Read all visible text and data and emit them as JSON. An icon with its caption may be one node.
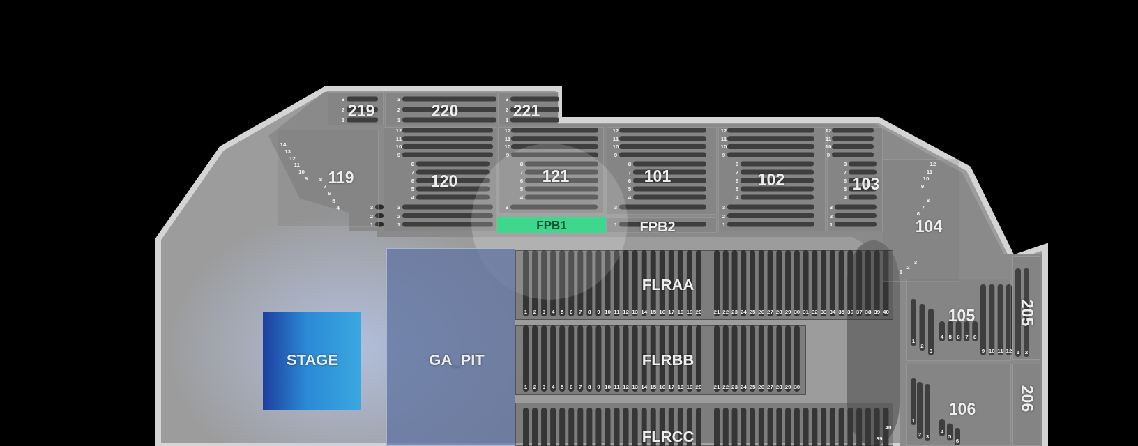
{
  "diagram": {
    "nodes": [
      {
        "text": [
          "219"
        ]
      },
      {
        "text": [
          "220"
        ]
      },
      {
        "text": [
          "221"
        ]
      },
      {
        "text": [
          "119"
        ]
      },
      {
        "text": [
          "120"
        ]
      },
      {
        "text": [
          "121"
        ]
      },
      {
        "text": [
          "101"
        ]
      },
      {
        "text": [
          "102"
        ]
      },
      {
        "text": [
          "103"
        ]
      },
      {
        "text": [
          "FPB1"
        ]
      },
      {
        "text": [
          "FPB2"
        ]
      },
      {
        "text": [
          "104"
        ]
      },
      {
        "text": [
          "FLRAA"
        ]
      },
      {
        "text": [
          "105"
        ]
      },
      {
        "text": [
          "205"
        ]
      },
      {
        "text": [
          "STAGE"
        ]
      },
      {
        "text": [
          "GA_PIT"
        ]
      },
      {
        "text": [
          "FLRBB"
        ]
      },
      {
        "text": [
          "106"
        ]
      },
      {
        "text": [
          "206"
        ]
      },
      {
        "text": [
          "FLRCC"
        ]
      }
    ],
    "labels": [
      "3",
      "2",
      "1",
      "3",
      "2",
      "1",
      "3",
      "2",
      "1",
      "14",
      "13",
      "12",
      "11",
      "10",
      "9",
      "12",
      "11",
      "10",
      "9",
      "12",
      "11",
      "10",
      "9",
      "12",
      "11",
      "10",
      "9",
      "12",
      "11",
      "10",
      "9",
      "12",
      "11",
      "10",
      "9",
      "12",
      "11",
      "10",
      "9",
      "8",
      "7",
      "6",
      "5",
      "4",
      "8",
      "7",
      "6",
      "5",
      "4",
      "8",
      "7",
      "6",
      "5",
      "4",
      "8",
      "7",
      "6",
      "5",
      "4",
      "8",
      "7",
      "6",
      "5",
      "4",
      "8",
      "7",
      "6",
      "5",
      "4",
      "8",
      "7",
      "6",
      "3",
      "2",
      "1",
      "3",
      "2",
      "1",
      "3",
      "3",
      "1",
      "3",
      "2",
      "1",
      "3",
      "2",
      "1",
      "1",
      "2",
      "3",
      "1",
      "2",
      "3",
      "4",
      "5",
      "6",
      "7",
      "8",
      "9",
      "10",
      "11",
      "12",
      "13",
      "14",
      "15",
      "16",
      "17",
      "18",
      "19",
      "20",
      "21",
      "22",
      "23",
      "24",
      "25",
      "26",
      "27",
      "28",
      "29",
      "30",
      "31",
      "32",
      "33",
      "34",
      "35",
      "36",
      "37",
      "38",
      "39",
      "40",
      "1",
      "2",
      "3",
      "4",
      "5",
      "6",
      "7",
      "8",
      "9",
      "10",
      "11",
      "12",
      "1",
      "2",
      "1",
      "2",
      "3",
      "4",
      "5",
      "6",
      "7",
      "8",
      "9",
      "10",
      "11",
      "12",
      "13",
      "14",
      "15",
      "16",
      "17",
      "18",
      "19",
      "20",
      "21",
      "22",
      "23",
      "24",
      "25",
      "26",
      "27",
      "28",
      "29",
      "30",
      "1",
      "2",
      "3",
      "4",
      "5",
      "6",
      "40",
      "39"
    ]
  }
}
